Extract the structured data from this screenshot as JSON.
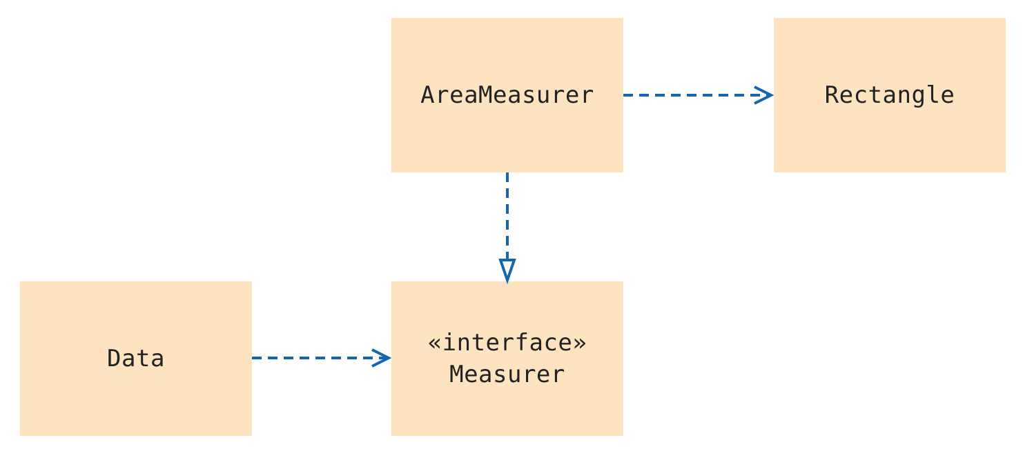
{
  "colors": {
    "box_fill": "#fde3c0",
    "arrow": "#1565b0",
    "text": "#222222"
  },
  "classes": {
    "area_measurer": {
      "name": "AreaMeasurer"
    },
    "rectangle": {
      "name": "Rectangle"
    },
    "data": {
      "name": "Data"
    },
    "measurer": {
      "stereotype": "«interface»",
      "name": "Measurer"
    }
  },
  "relations": [
    {
      "from": "AreaMeasurer",
      "to": "Rectangle",
      "kind": "dependency",
      "line": "dashed",
      "head": "open"
    },
    {
      "from": "AreaMeasurer",
      "to": "Measurer",
      "kind": "realization",
      "line": "dashed",
      "head": "triangle"
    },
    {
      "from": "Data",
      "to": "Measurer",
      "kind": "dependency",
      "line": "dashed",
      "head": "open"
    }
  ]
}
